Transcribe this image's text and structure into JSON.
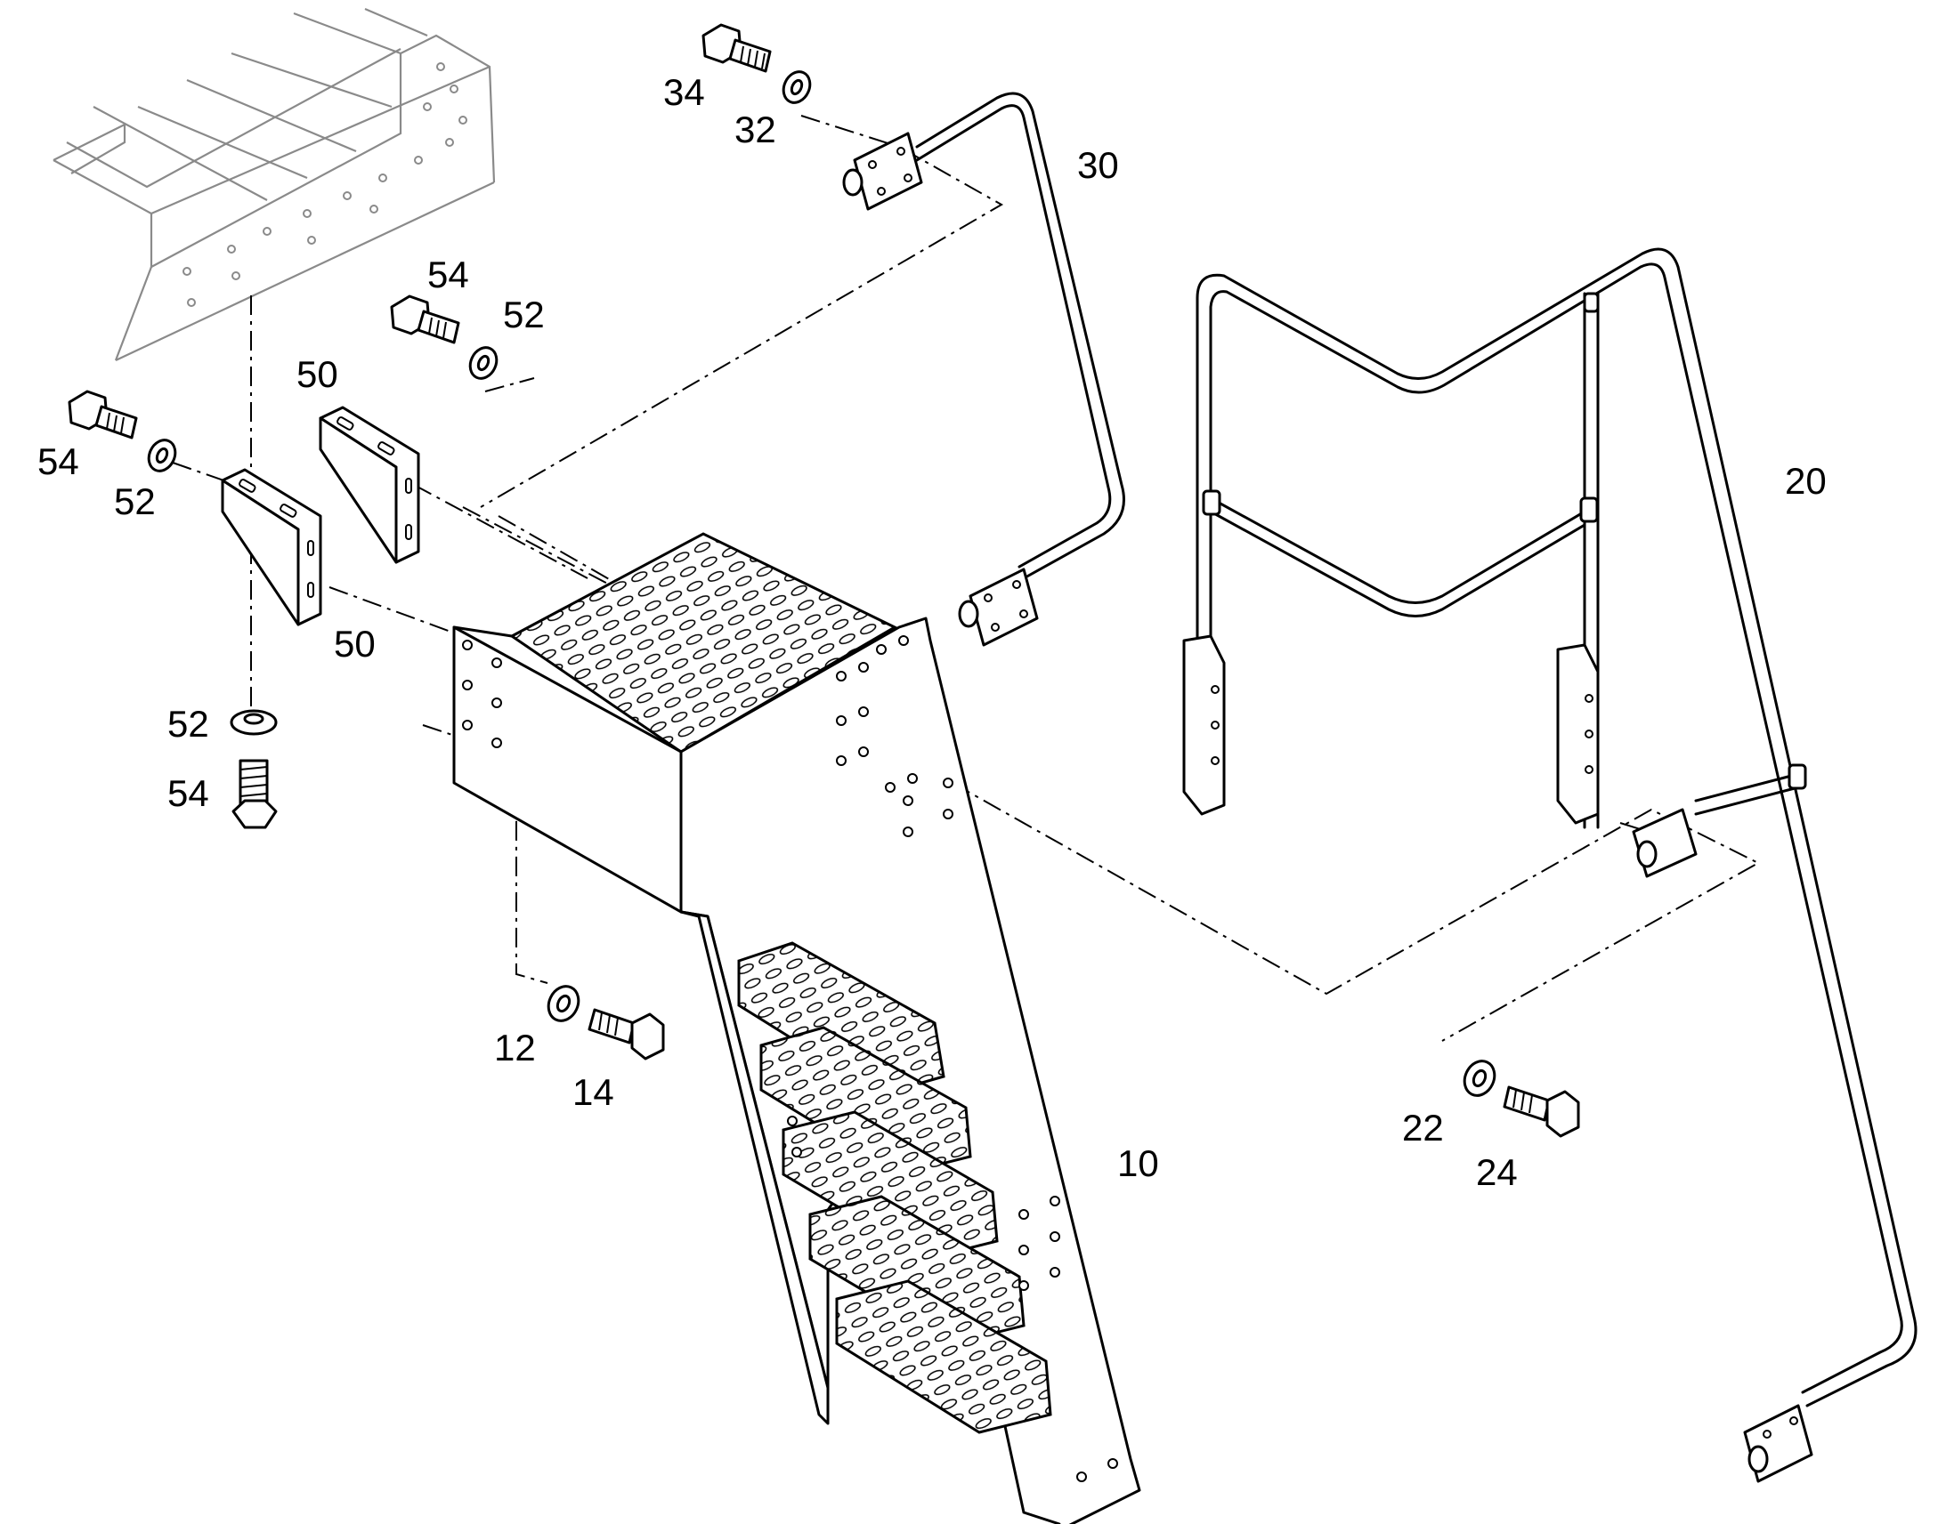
{
  "callouts": [
    {
      "id": "c34",
      "text": "34"
    },
    {
      "id": "c32",
      "text": "32"
    },
    {
      "id": "c30",
      "text": "30"
    },
    {
      "id": "c54a",
      "text": "54"
    },
    {
      "id": "c52a",
      "text": "52"
    },
    {
      "id": "c50a",
      "text": "50"
    },
    {
      "id": "c54b",
      "text": "54"
    },
    {
      "id": "c52b",
      "text": "52"
    },
    {
      "id": "c50b",
      "text": "50"
    },
    {
      "id": "c52c",
      "text": "52"
    },
    {
      "id": "c54c",
      "text": "54"
    },
    {
      "id": "c20",
      "text": "20"
    },
    {
      "id": "c12",
      "text": "12"
    },
    {
      "id": "c14",
      "text": "14"
    },
    {
      "id": "c10",
      "text": "10"
    },
    {
      "id": "c22",
      "text": "22"
    },
    {
      "id": "c24",
      "text": "24"
    }
  ],
  "colors": {
    "line": "#000000",
    "frame": "#8a8a8a",
    "background": "#ffffff"
  }
}
